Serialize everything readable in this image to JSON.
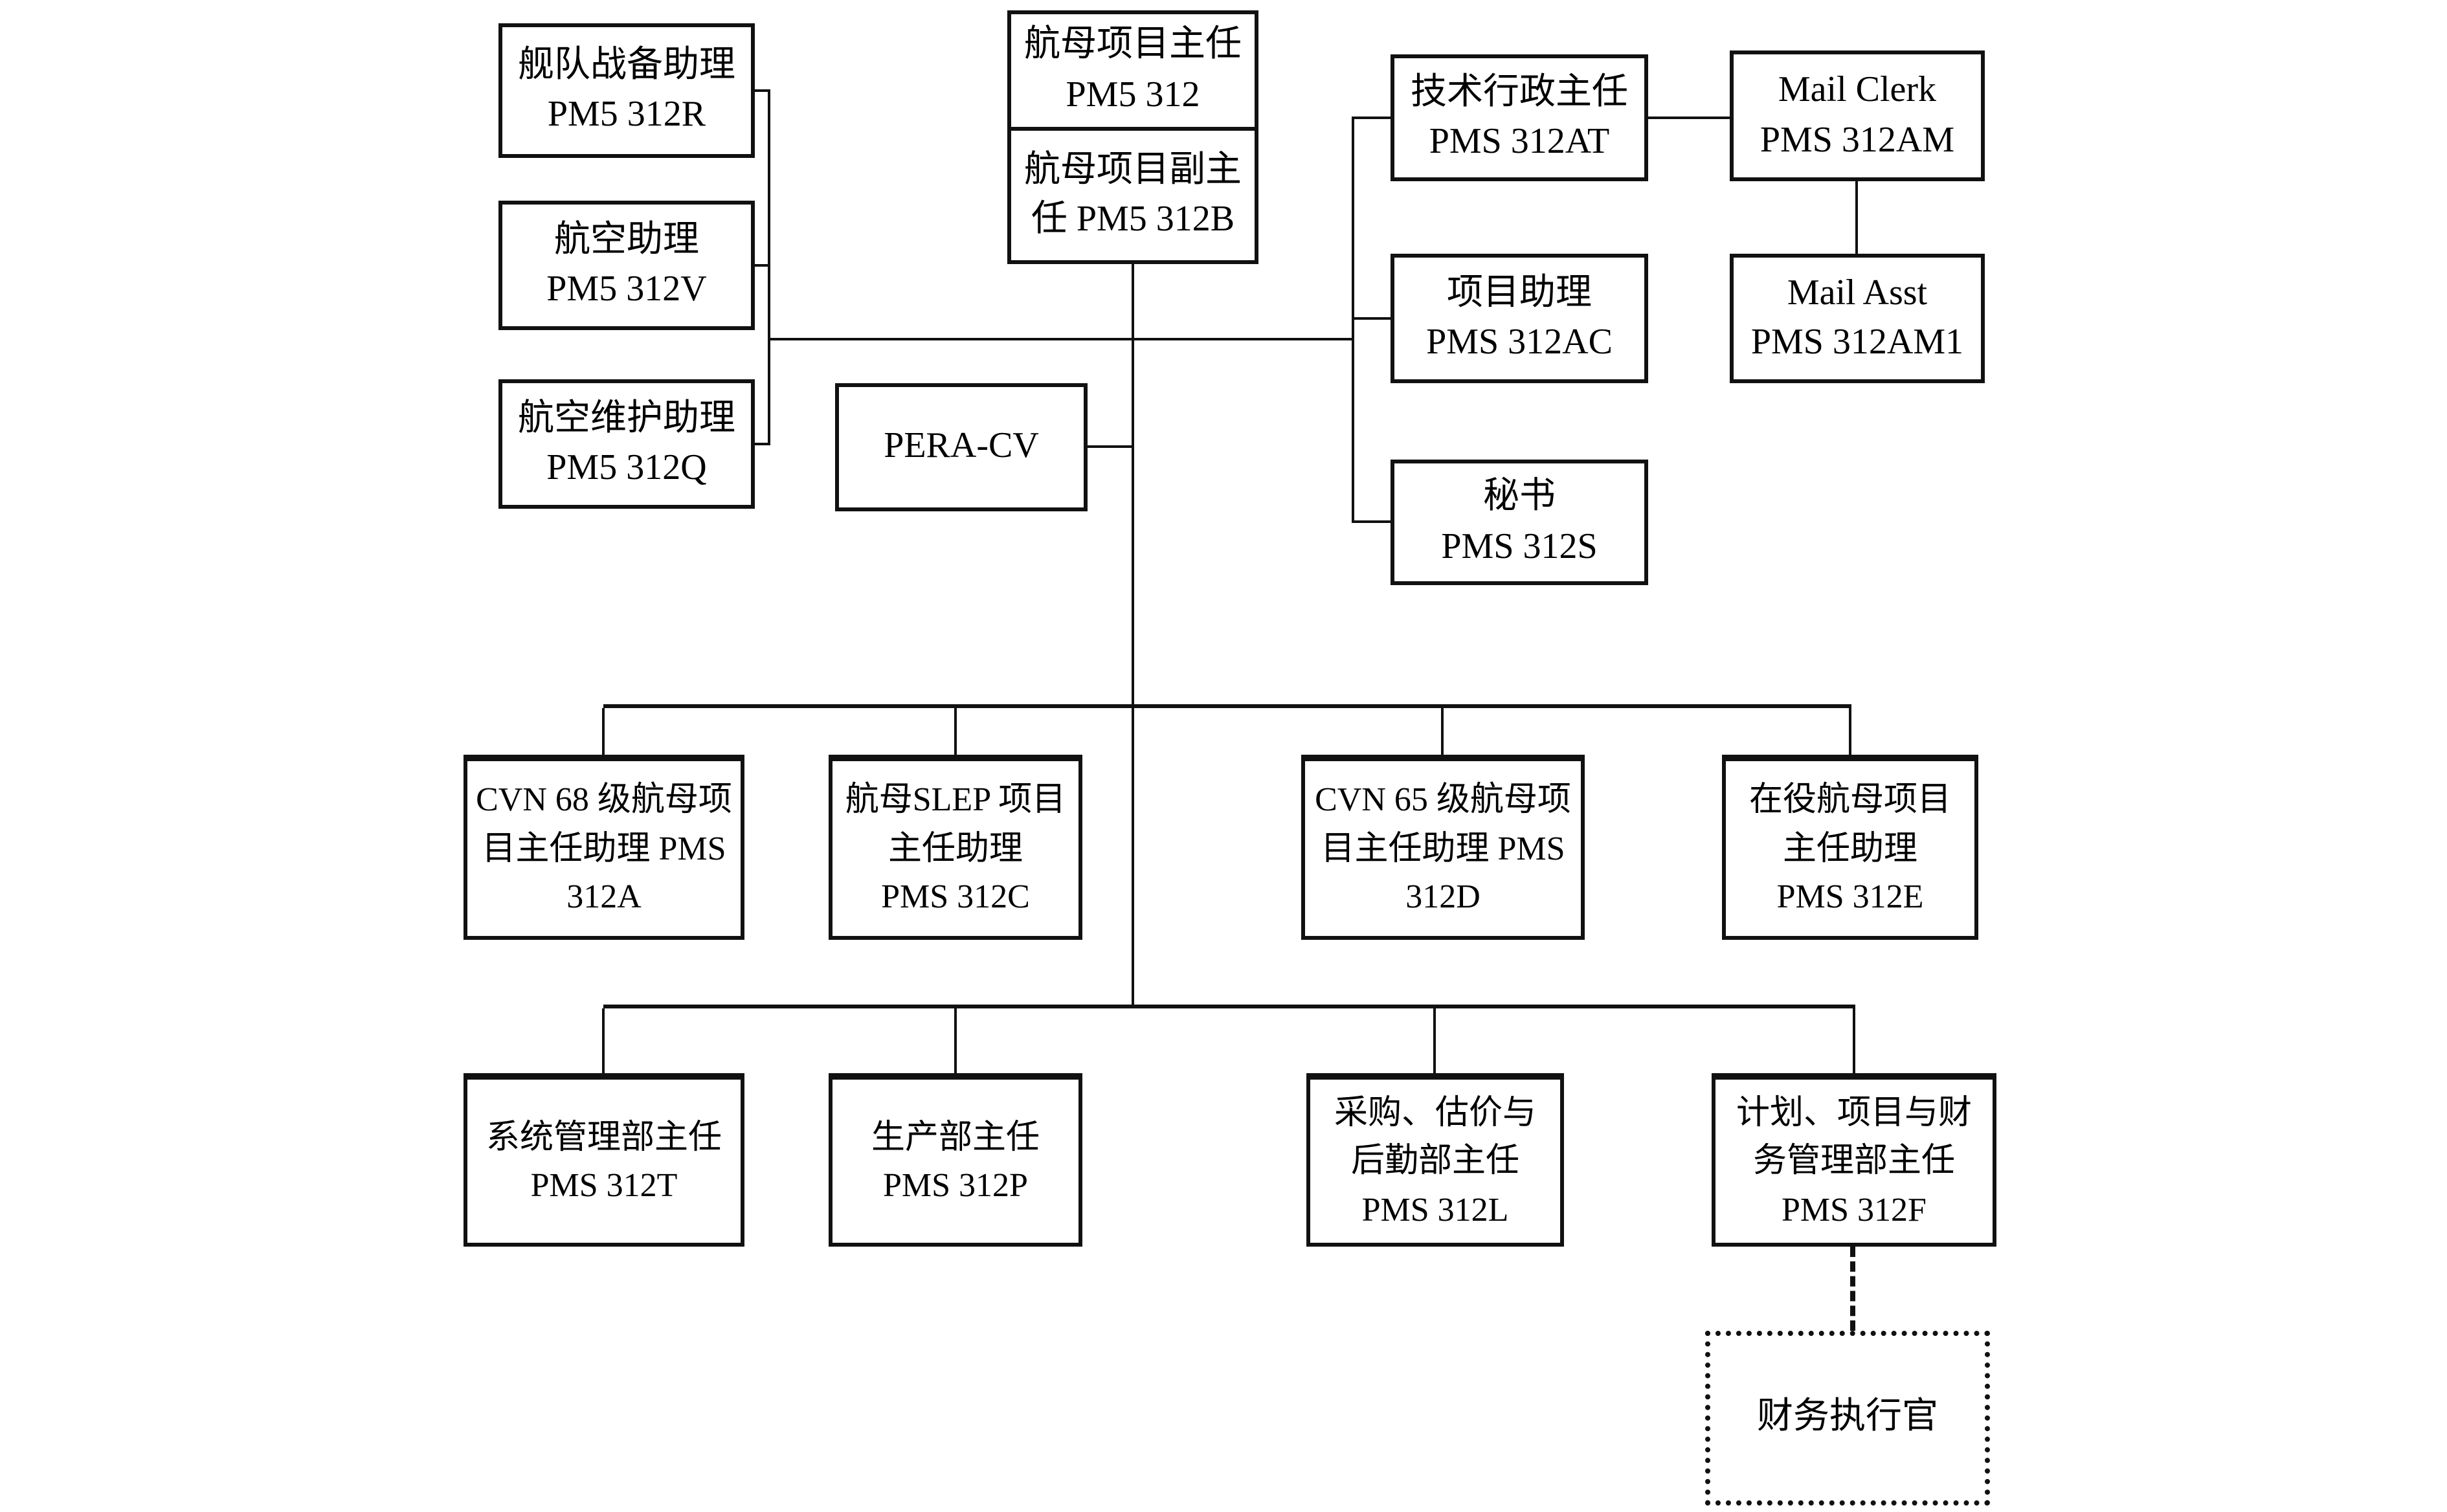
{
  "diagram": {
    "background": "#ffffff",
    "line_color": "#111111",
    "nodes": {
      "fleet_readiness": {
        "label": "舰队战备助理\nPM5 312R"
      },
      "aviation_assistant": {
        "label": "航空助理\nPM5 312V"
      },
      "aviation_maintenance": {
        "label": "航空维护助理\nPM5 312Q"
      },
      "program_director": {
        "label": "航母项目主任\nPM5 312"
      },
      "program_deputy_director": {
        "label": "航母项目副主\n任 PM5 312B"
      },
      "pera_cv": {
        "label": "PERA-CV"
      },
      "tech_admin_director": {
        "label": "技术行政主任\nPMS 312AT"
      },
      "mail_clerk": {
        "label": "Mail Clerk\nPMS 312AM"
      },
      "project_assistant": {
        "label": "项目助理\nPMS 312AC"
      },
      "mail_asst": {
        "label": "Mail Asst\nPMS 312AM1"
      },
      "secretary": {
        "label": "秘书\nPMS 312S"
      },
      "cvn68_apm": {
        "label": "CVN 68 级航母项\n目主任助理 PMS\n312A"
      },
      "slep_apm": {
        "label": "航母SLEP 项目\n主任助理\nPMS 312C"
      },
      "cvn65_apm": {
        "label": "CVN 65 级航母项\n目主任助理 PMS\n312D"
      },
      "inservice_apm": {
        "label": "在役航母项目\n主任助理\nPMS 312E"
      },
      "systems_mgmt_director": {
        "label": "系统管理部主任\nPMS 312T"
      },
      "production_director": {
        "label": "生产部主任\nPMS 312P"
      },
      "procurement_director": {
        "label": "采购、估价与\n后勤部主任\nPMS 312L"
      },
      "planning_finance_director": {
        "label": "计划、项目与财\n务管理部主任\nPMS 312F"
      },
      "cfo": {
        "label": "财务执行官"
      }
    },
    "edges": [
      {
        "from": "program_director",
        "to": "program_deputy_director",
        "style": "solid"
      },
      {
        "from": "program_deputy_director",
        "to": "fleet_readiness",
        "style": "solid"
      },
      {
        "from": "program_deputy_director",
        "to": "aviation_assistant",
        "style": "solid"
      },
      {
        "from": "program_deputy_director",
        "to": "aviation_maintenance",
        "style": "solid"
      },
      {
        "from": "program_deputy_director",
        "to": "pera_cv",
        "style": "solid"
      },
      {
        "from": "program_deputy_director",
        "to": "tech_admin_director",
        "style": "solid"
      },
      {
        "from": "program_deputy_director",
        "to": "project_assistant",
        "style": "solid"
      },
      {
        "from": "program_deputy_director",
        "to": "secretary",
        "style": "solid"
      },
      {
        "from": "tech_admin_director",
        "to": "mail_clerk",
        "style": "solid"
      },
      {
        "from": "mail_clerk",
        "to": "mail_asst",
        "style": "solid"
      },
      {
        "from": "program_deputy_director",
        "to": "cvn68_apm",
        "style": "solid"
      },
      {
        "from": "program_deputy_director",
        "to": "slep_apm",
        "style": "solid"
      },
      {
        "from": "program_deputy_director",
        "to": "cvn65_apm",
        "style": "solid"
      },
      {
        "from": "program_deputy_director",
        "to": "inservice_apm",
        "style": "solid"
      },
      {
        "from": "program_deputy_director",
        "to": "systems_mgmt_director",
        "style": "solid"
      },
      {
        "from": "program_deputy_director",
        "to": "production_director",
        "style": "solid"
      },
      {
        "from": "program_deputy_director",
        "to": "procurement_director",
        "style": "solid"
      },
      {
        "from": "program_deputy_director",
        "to": "planning_finance_director",
        "style": "solid"
      },
      {
        "from": "planning_finance_director",
        "to": "cfo",
        "style": "dashed"
      }
    ]
  }
}
